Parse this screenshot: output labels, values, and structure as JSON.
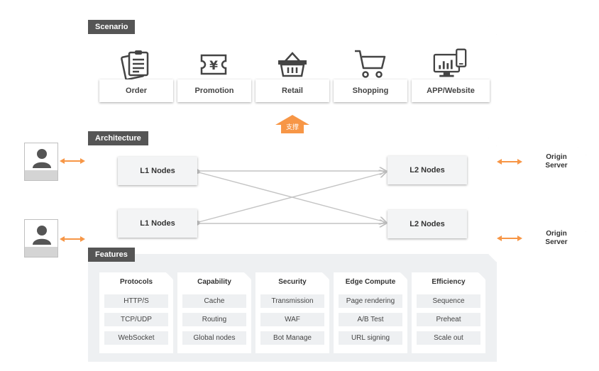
{
  "scenario": {
    "tag": "Scenario",
    "items": [
      {
        "label": "Order",
        "icon": "order-clipboard-icon"
      },
      {
        "label": "Promotion",
        "icon": "coupon-yen-icon"
      },
      {
        "label": "Retail",
        "icon": "basket-icon"
      },
      {
        "label": "Shopping",
        "icon": "shopping-cart-icon"
      },
      {
        "label": "APP/Website",
        "icon": "devices-icon"
      }
    ]
  },
  "support_arrow": {
    "label": "支撑",
    "color": "#f79646"
  },
  "architecture": {
    "tag": "Architecture",
    "l1_nodes": [
      "L1 Nodes",
      "L1 Nodes"
    ],
    "l2_nodes": [
      "L2 Nodes",
      "L2 Nodes"
    ]
  },
  "origins": [
    {
      "line1": "Origin",
      "line2": "Server"
    },
    {
      "line1": "Origin",
      "line2": "Server"
    }
  ],
  "features": {
    "tag": "Features",
    "columns": [
      {
        "title": "Protocols",
        "items": [
          "HTTP/S",
          "TCP/UDP",
          "WebSocket"
        ]
      },
      {
        "title": "Capability",
        "items": [
          "Cache",
          "Routing",
          "Global nodes"
        ]
      },
      {
        "title": "Security",
        "items": [
          "Transmission",
          "WAF",
          "Bot Manage"
        ]
      },
      {
        "title": "Edge Compute",
        "items": [
          "Page rendering",
          "A/B Test",
          "URL signing"
        ]
      },
      {
        "title": "Efficiency",
        "items": [
          "Sequence",
          "Preheat",
          "Scale out"
        ]
      }
    ]
  },
  "colors": {
    "accent_orange": "#f79646",
    "tag_bg": "#555555",
    "line_gray": "#c0c0c0"
  }
}
